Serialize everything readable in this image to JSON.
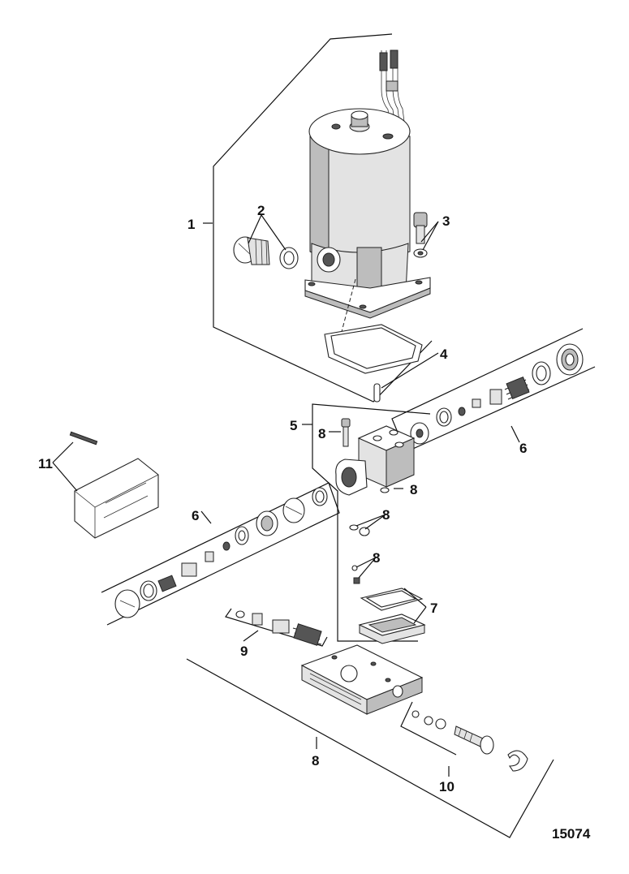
{
  "figure_number": "15074",
  "callouts": {
    "c1": "1",
    "c2": "2",
    "c3": "3",
    "c4": "4",
    "c5": "5",
    "c6a": "6",
    "c6b": "6",
    "c7": "7",
    "c8a": "8",
    "c8b": "8",
    "c8c": "8",
    "c8d": "8",
    "c8e": "8",
    "c9": "9",
    "c10": "10",
    "c11": "11"
  }
}
